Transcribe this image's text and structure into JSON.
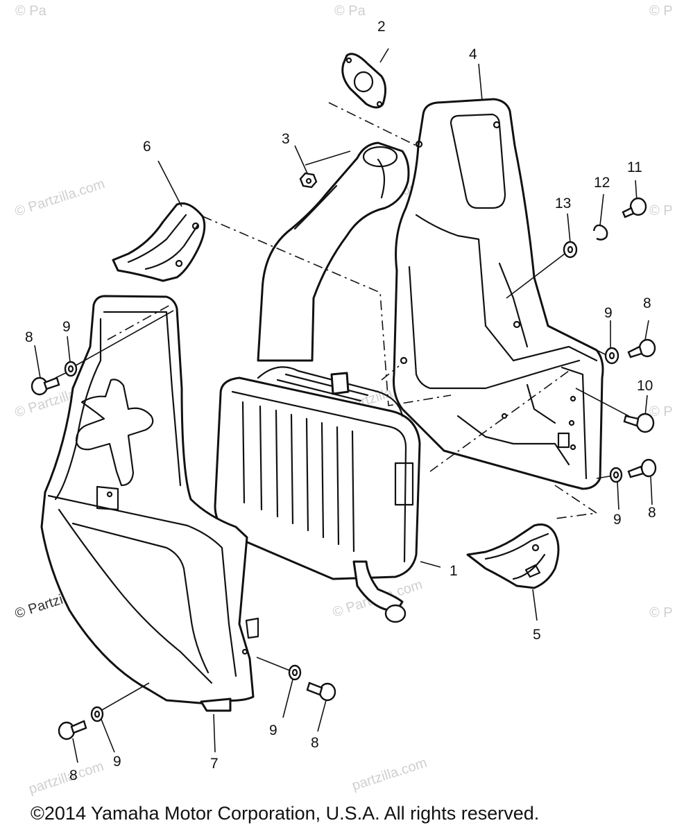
{
  "callouts": {
    "c1": "1",
    "c2": "2",
    "c3": "3",
    "c4": "4",
    "c5": "5",
    "c6": "6",
    "c7": "7",
    "c8a": "8",
    "c8b": "8",
    "c8c": "8",
    "c8d": "8",
    "c8e": "8",
    "c9a": "9",
    "c9b": "9",
    "c9c": "9",
    "c9d": "9",
    "c9e": "9",
    "c10": "10",
    "c11": "11",
    "c12": "12",
    "c13": "13"
  },
  "watermark": {
    "short": "© Pa",
    "full": "© Partzilla.com",
    "tail": "© P",
    "site": "partzilla.com"
  },
  "copyright": "©2014  Yamaha Motor Corporation, U.S.A. All rights reserved."
}
